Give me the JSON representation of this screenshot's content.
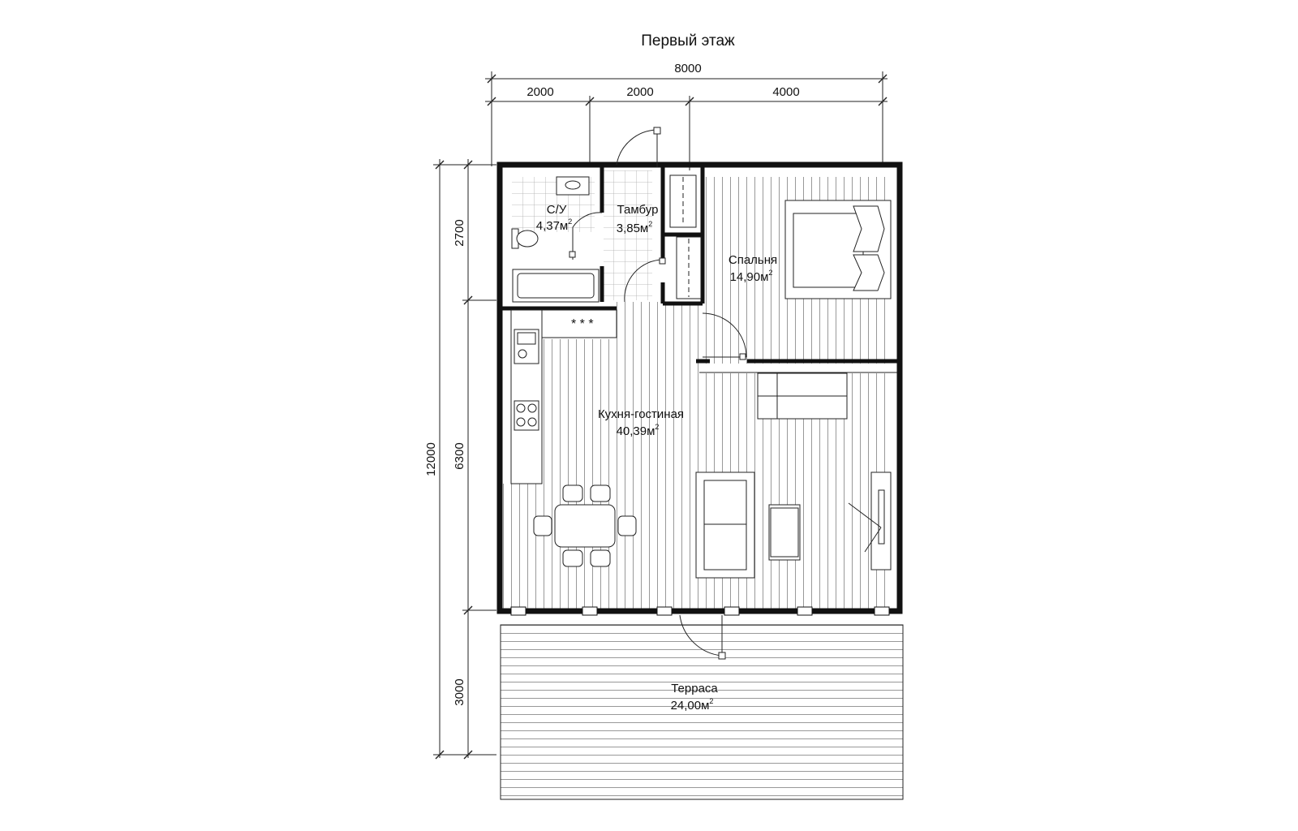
{
  "title": "Первый этаж",
  "dimensions": {
    "top_total": "8000",
    "top_segments": [
      "2000",
      "2000",
      "4000"
    ],
    "left_total": "12000",
    "left_segments": [
      "2700",
      "6300",
      "3000"
    ]
  },
  "rooms": {
    "bathroom": {
      "name": "С/У",
      "area": "4,37м",
      "unit_sup": "2"
    },
    "vestibule": {
      "name": "Тамбур",
      "area": "3,85м",
      "unit_sup": "2"
    },
    "bedroom": {
      "name": "Спальня",
      "area": "14,90м",
      "unit_sup": "2"
    },
    "living": {
      "name": "Кухня-гостиная",
      "area": "40,39м",
      "unit_sup": "2"
    },
    "terrace": {
      "name": "Терраса",
      "area": "24,00м",
      "unit_sup": "2"
    }
  },
  "colors": {
    "line": "#111111",
    "background": "#ffffff"
  }
}
